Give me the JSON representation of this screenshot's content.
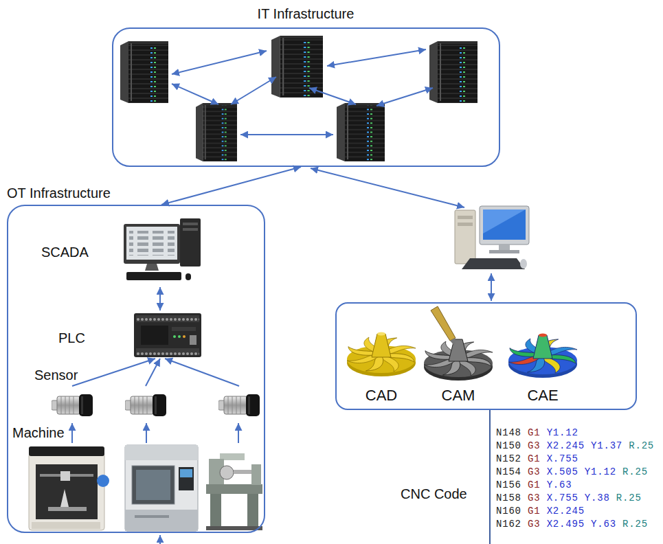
{
  "diagram": {
    "nodes": [
      {
        "text": [
          "IT Infrastructure"
        ]
      },
      {
        "text": [
          "OT Infrastructure"
        ]
      },
      {
        "text": [
          "SCADA"
        ],
        "in": 1
      },
      {
        "text": [
          "PLC"
        ],
        "in": 1
      },
      {
        "text": [
          "Sensor"
        ],
        "in": 1
      },
      {
        "text": [
          "Machine"
        ],
        "in": 1
      },
      {
        "text": [
          "CAD",
          "CAM",
          "CAE"
        ]
      }
    ],
    "edges": [
      {
        "from": 0,
        "to": 1,
        "arrow": "both"
      },
      {
        "from": 2,
        "to": 3,
        "arrow": "both"
      },
      {
        "from": 4,
        "to": 3,
        "arrow": "to"
      },
      {
        "from": 5,
        "to": 4,
        "arrow": "to"
      }
    ],
    "labels": [
      "CNC Code",
      "N148 G1 Y1.12",
      "N150 G3 X2.245 Y1.37 R.25",
      "N152 G1 X.755",
      "N154 G3 X.505 Y1.12 R.25",
      "N156 G1 Y.63",
      "N158 G3 X.755 Y.38 R.25",
      "N160 G1 X2.245",
      "N162 G3 X2.495 Y.63 R.25"
    ]
  }
}
